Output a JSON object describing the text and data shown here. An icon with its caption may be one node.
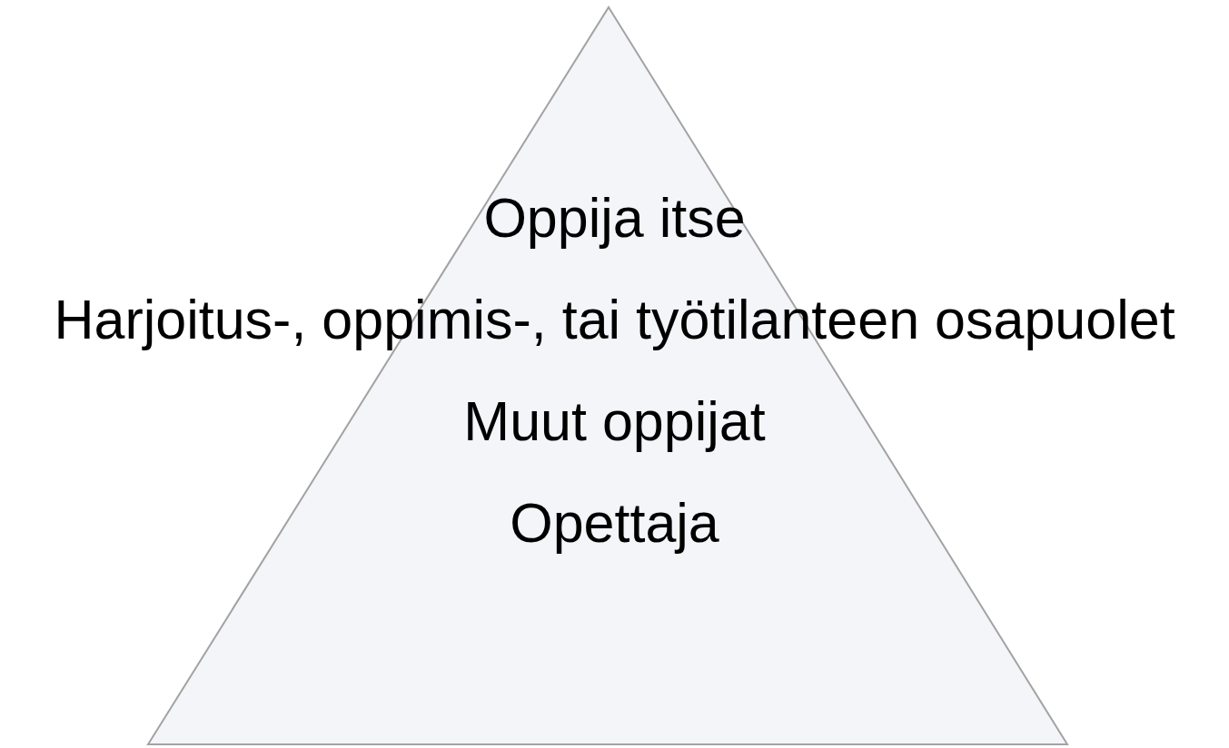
{
  "diagram": {
    "nodes": [
      {
        "text": [
          "Oppija itse",
          "Harjoitus-, oppimis-, tai työtilanteen osapuolet",
          "Muut oppijat",
          "Opettaja"
        ]
      }
    ]
  }
}
